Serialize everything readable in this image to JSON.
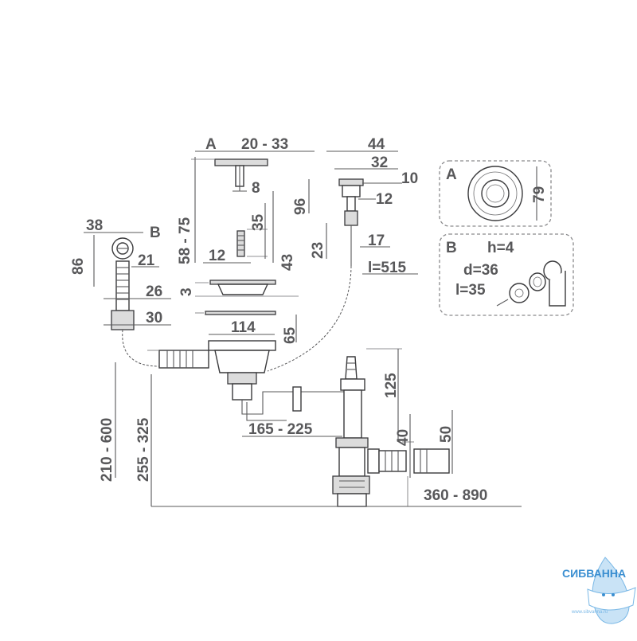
{
  "detail_labels": {
    "a_top": "A",
    "b_side": "B",
    "a_box": "A",
    "b_box": "B"
  },
  "dimensions": {
    "d20_33": "20 - 33",
    "d44": "44",
    "d32": "32",
    "d10": "10",
    "d96": "96",
    "d12_right": "12",
    "d23": "23",
    "d17": "17",
    "l515": "l=515",
    "d8": "8",
    "d58_75": "58 - 75",
    "d35": "35",
    "d12_left": "12",
    "d43": "43",
    "d3": "3",
    "d114": "114",
    "d65": "65",
    "d38": "38",
    "d86": "86",
    "d21": "21",
    "d26": "26",
    "d30": "30",
    "d125": "125",
    "d165_225": "165 - 225",
    "d40": "40",
    "d50": "50",
    "d210_600": "210 - 600",
    "d255_325": "255 - 325",
    "d360_890": "360 - 890",
    "d79": "79"
  },
  "detail_b": {
    "h": "h=4",
    "d": "d=36",
    "l": "l=35"
  },
  "brand": {
    "name": "СИБВАННА",
    "url": "www.sibvanna.ru"
  },
  "colors": {
    "line": "#58585a",
    "part": "#3a3a3c",
    "brand": "#3b8fd1"
  }
}
